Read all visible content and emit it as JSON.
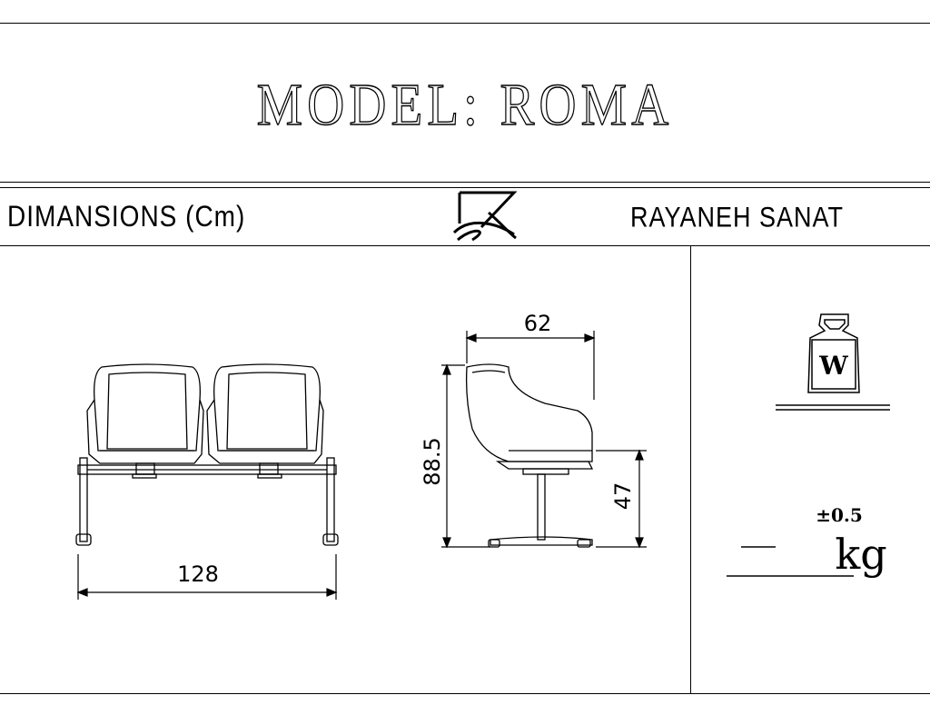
{
  "title": "MODEL: ROMA",
  "header": {
    "dimensions_label": "DIMANSIONS (Cm)",
    "logo_icon": "chair-logo-icon",
    "brand": "RAYANEH SANAT"
  },
  "dimensions": {
    "front_width": "128",
    "side_depth": "62",
    "side_height": "88.5",
    "seat_height": "47"
  },
  "weight": {
    "icon": "weight-icon",
    "icon_letter": "W",
    "tolerance": "±0.5",
    "unit": "kg"
  }
}
